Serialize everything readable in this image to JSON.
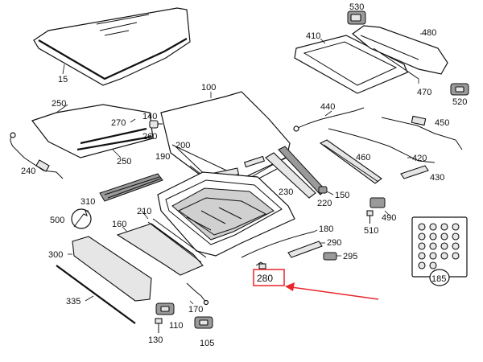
{
  "diagram": {
    "labels": {
      "l15": "15",
      "l100": "100",
      "l105": "105",
      "l110": "110",
      "l130": "130",
      "l140": "140",
      "l150": "150",
      "l160": "160",
      "l170": "170",
      "l180": "180",
      "l185": "185",
      "l190": "190",
      "l200": "200",
      "l210": "210",
      "l220": "220",
      "l230": "230",
      "l240": "240",
      "l250a": "250",
      "l250b": "250",
      "l260": "260",
      "l270": "270",
      "l280": "280",
      "l290": "290",
      "l295": "295",
      "l300": "300",
      "l310": "310",
      "l335": "335",
      "l410": "410",
      "l420": "420",
      "l430": "430",
      "l440": "440",
      "l450": "450",
      "l460": "460",
      "l470": "470",
      "l480": "480",
      "l490": "490",
      "l500": "500",
      "l510": "510",
      "l520": "520",
      "l530": "530"
    },
    "highlight": {
      "color": "#e8262a",
      "target": "280"
    }
  }
}
